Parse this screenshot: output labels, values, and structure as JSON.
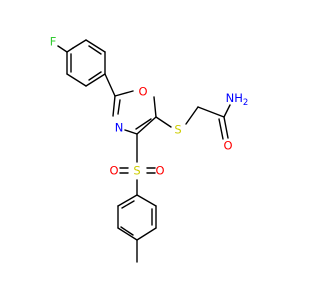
{
  "molecule": {
    "atom_labels": {
      "fluorine": "F",
      "ring_oxygen": "O",
      "ring_nitrogen": "N",
      "thioether_sulfur": "S",
      "sulfonyl_sulfur": "S",
      "sulfonyl_oxygen_left": "O",
      "sulfonyl_oxygen_right": "O",
      "carbonyl_oxygen": "O",
      "amide_nh2": "NH",
      "amide_nh2_subscript": "2"
    },
    "colors": {
      "bond": "#000000",
      "fluorine": "#33cc33",
      "oxygen": "#ff0000",
      "nitrogen": "#0000ff",
      "sulfur": "#cccc00"
    }
  }
}
